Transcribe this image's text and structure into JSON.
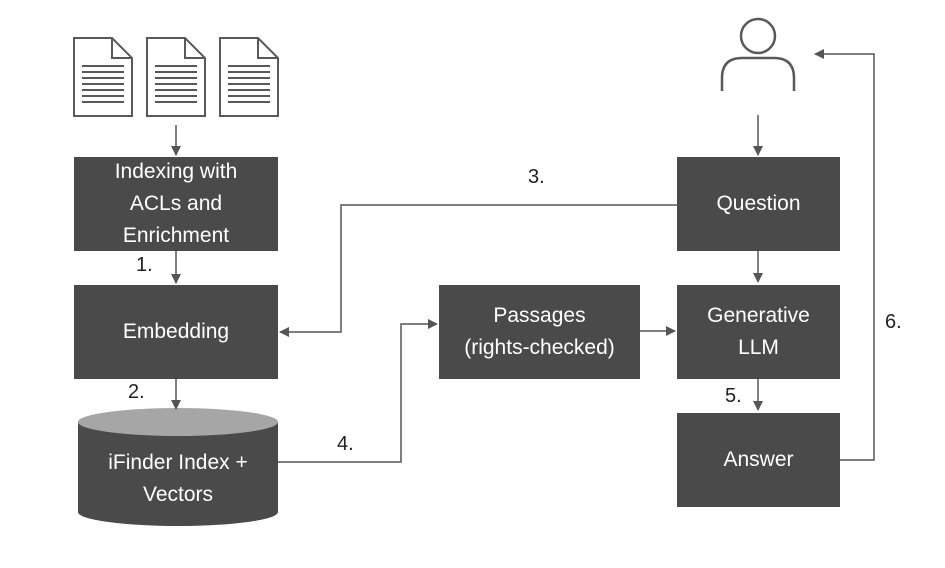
{
  "boxes": {
    "indexing": "Indexing with\nACLs and\nEnrichment",
    "embedding": "Embedding",
    "index": "iFinder Index +\nVectors",
    "passages": "Passages\n(rights-checked)",
    "question": "Question",
    "llm": "Generative\nLLM",
    "answer": "Answer"
  },
  "steps": {
    "s1": "1.",
    "s2": "2.",
    "s3": "3.",
    "s4": "4.",
    "s5": "5.",
    "s6": "6."
  },
  "colors": {
    "box": "#4a4a4a",
    "cylinder_top": "#a6a6a6",
    "line": "#555555",
    "icon": "#595959"
  },
  "icons": {
    "documents": "document-icon",
    "user": "user-icon"
  }
}
